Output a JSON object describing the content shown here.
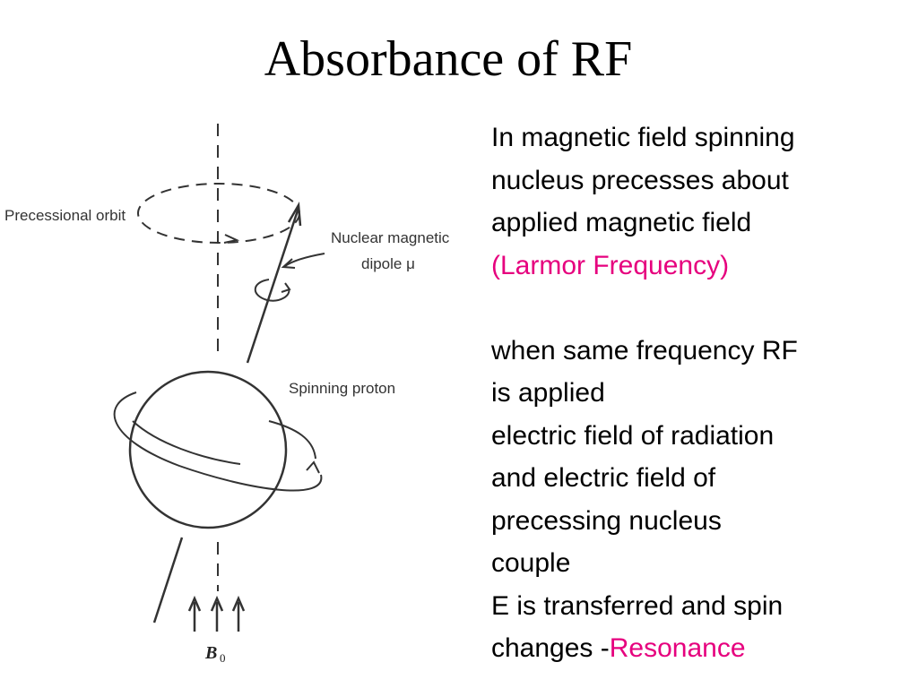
{
  "slide": {
    "title": "Absorbance of RF"
  },
  "diagram": {
    "labels": {
      "precessional_orbit": "Precessional orbit",
      "nuclear_magnetic_line1": "Nuclear magnetic",
      "nuclear_magnetic_line2": "dipole μ",
      "spinning_proton": "Spinning proton",
      "field_symbol": "B",
      "field_subscript": "0"
    },
    "stroke_color": "#333333"
  },
  "text": {
    "line1": "In magnetic field spinning",
    "line2": "nucleus precesses about",
    "line3": "applied magnetic field",
    "line4": "(Larmor Frequency)",
    "line5": "when same frequency RF",
    "line6": "is applied",
    "line7": "electric field of radiation",
    "line8": "and electric field of",
    "line9": "precessing nucleus",
    "line10": "couple",
    "line11": "E is transferred and spin",
    "line12_prefix": "changes -",
    "line12_accent": "Resonance",
    "accent_color": "#e6007e"
  }
}
